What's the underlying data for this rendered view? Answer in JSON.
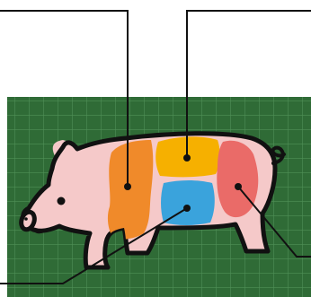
{
  "colors": {
    "background": "#ffffff",
    "grid_panel": "#2f6b36",
    "grid_lines": "#4f8f56",
    "pig_body": "#f5c9c9",
    "pig_outline": "#111111",
    "cut_shoulder": "#f08a2a",
    "cut_loin": "#f6b000",
    "cut_belly": "#3aa3dc",
    "cut_ham": "#ea6b68",
    "leader_lines": "#111111",
    "leader_dots": "#111111"
  },
  "icons": {
    "pig": "pig-silhouette-icon"
  },
  "callouts": [
    {
      "name": "shoulder-callout",
      "target": "cut_shoulder"
    },
    {
      "name": "loin-callout",
      "target": "cut_loin"
    },
    {
      "name": "belly-callout",
      "target": "cut_belly"
    },
    {
      "name": "ham-callout",
      "target": "cut_ham"
    }
  ]
}
